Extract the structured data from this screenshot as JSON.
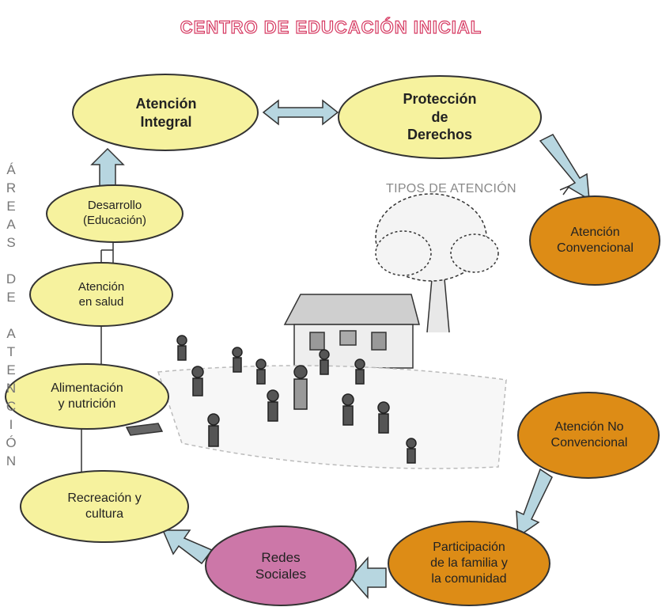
{
  "title": "CENTRO DE EDUCACIÓN INICIAL",
  "side_label_letters": [
    "Á",
    "R",
    "E",
    "A",
    "S",
    "",
    "D",
    "E",
    "",
    "A",
    "T",
    "E",
    "N",
    "C",
    "I",
    "Ó",
    "N"
  ],
  "types_label": "TIPOS DE ATENCIÓN",
  "illustration_caption": "",
  "nodes": {
    "atencion_integral": {
      "text": "Atención\nIntegral",
      "color": "#f6f29e"
    },
    "proteccion": {
      "text": "Protección\nde\nDerechos",
      "color": "#f6f29e"
    },
    "convencional": {
      "text": "Atención\nConvencional",
      "color": "#dd8c16"
    },
    "no_convencional": {
      "text": "Atención No\nConvencional",
      "color": "#dd8c16"
    },
    "participacion": {
      "text": "Participación\nde la familia y\nla comunidad",
      "color": "#dd8c16"
    },
    "redes": {
      "text": "Redes\nSociales",
      "color": "#cc77a8"
    },
    "recreacion": {
      "text": "Recreación y\ncultura",
      "color": "#f6f29e"
    },
    "alimentacion": {
      "text": "Alimentación\ny nutrición",
      "color": "#f6f29e"
    },
    "salud": {
      "text": "Atención\nen salud",
      "color": "#f6f29e"
    },
    "desarrollo": {
      "text": "Desarrollo\n(Educación)",
      "color": "#f6f29e"
    }
  },
  "colors": {
    "arrow_fill": "#b7d6e0",
    "outline": "#333333",
    "title_outline": "#d63a62"
  }
}
